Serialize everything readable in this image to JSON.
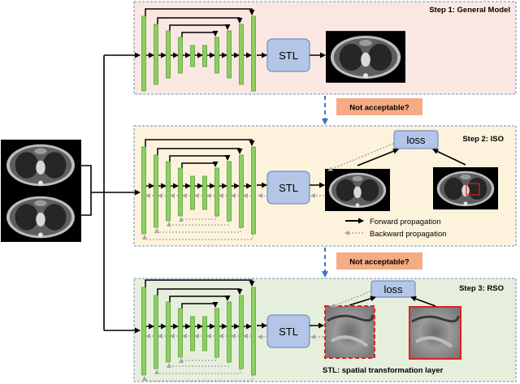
{
  "steps": [
    {
      "title": "Step 1: General Model",
      "stl_label": "STL"
    },
    {
      "title": "Step 2: ISO",
      "stl_label": "STL",
      "loss_label": "loss"
    },
    {
      "title": "Step 3: RSO",
      "stl_label": "STL",
      "loss_label": "loss"
    }
  ],
  "decisions": [
    "Not acceptable?",
    "Not acceptable?"
  ],
  "legend": {
    "forward": "Forward propagation",
    "backward": "Backward propagation"
  },
  "caption": "STL: spatial transformation layer",
  "colors": {
    "step1_bg": "#fbe7e1",
    "step2_bg": "#fdf3dc",
    "step3_bg": "#e6efdc",
    "border": "#6f8fbf",
    "bar": "#8ccf62",
    "stl_fill": "#b4c6e8",
    "decision_fill": "#f5ab84",
    "backward": "#a6a6a6",
    "connector": "#4472c4",
    "roi": "#e02020"
  }
}
